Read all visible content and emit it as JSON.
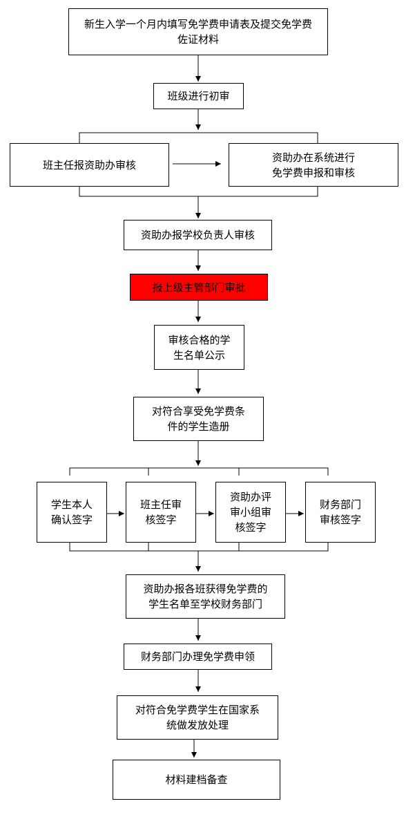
{
  "steps": {
    "s1": "新生入学一个月内填写免学费申请表及提交免学费佐证材料",
    "s2": "班级进行初审",
    "s3a": "班主任报资助办审核",
    "s3b": "资助办在系统进行\n免学费申报和审核",
    "s4": "资助办报学校负责人审核",
    "s5": "报上级主管部门审批",
    "s6": "审核合格的学\n生名单公示",
    "s7": "对符合享受免学费条\n件的学生造册",
    "s8a": "学生本人\n确认签字",
    "s8b": "班主任审\n核签字",
    "s8c": "资助办评\n审小组审\n核签字",
    "s8d": "财务部门\n审核签字",
    "s9": "资助办报各班获得免学费的\n学生名单至学校财务部门",
    "s10": "财务部门办理免学费申领",
    "s11": "对符合免学费学生在国家系\n统做发放处理",
    "s12": "材料建档备查"
  },
  "colors": {
    "highlight": "#ff0000",
    "line": "#000000"
  }
}
